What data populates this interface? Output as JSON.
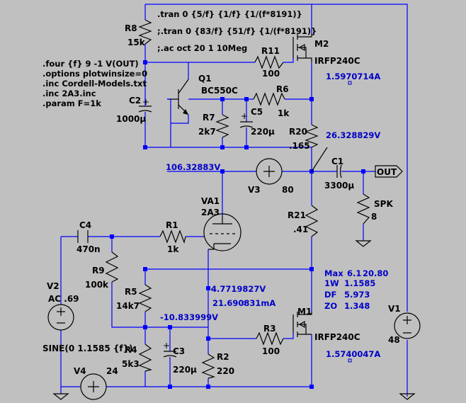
{
  "directives": {
    "tran1": ".tran 0 {5/f} {1/f} {1/(f*8191)}",
    "tran2": ";.tran 0 {83/f} {51/f} {1/(f*8191)}",
    "ac": ";.ac oct 20 1 10Meg",
    "four": ".four {f} 9 -1 V(OUT)",
    "options": ".options plotwinsize=0",
    "inc1": ".inc Cordell-Models.txt",
    "inc2": ".inc 2A3.inc",
    "param": ".param F=1k"
  },
  "components": {
    "R8": {
      "name": "R8",
      "value": "15k"
    },
    "R11": {
      "name": "R11",
      "value": "100"
    },
    "M2": {
      "name": "M2",
      "value": "IRFP240C"
    },
    "Q1": {
      "name": "Q1",
      "value": "BC550C"
    },
    "R6": {
      "name": "R6",
      "value": "1k"
    },
    "C2": {
      "name": "C2",
      "value": "1000µ"
    },
    "R7": {
      "name": "R7",
      "value": "2k7"
    },
    "C5": {
      "name": "C5",
      "value": "220µ"
    },
    "R20": {
      "name": "R20",
      "value": ".165"
    },
    "C1": {
      "name": "C1",
      "value": "3300µ"
    },
    "V3": {
      "name": "V3",
      "value": "80"
    },
    "SPK": {
      "name": "SPK",
      "value": "8"
    },
    "VA1": {
      "name": "VA1",
      "value": "2A3"
    },
    "R21": {
      "name": "R21",
      "value": ".41"
    },
    "C4": {
      "name": "C4",
      "value": "470n"
    },
    "R1": {
      "name": "R1",
      "value": "1k"
    },
    "R9": {
      "name": "R9",
      "value": "100k"
    },
    "R5": {
      "name": "R5",
      "value": "14k7"
    },
    "V2": {
      "name": "V2",
      "value": "AC .69",
      "extra": "SINE(0 1.1585 {f})"
    },
    "M1": {
      "name": "M1",
      "value": "IRFP240C"
    },
    "V1": {
      "name": "V1",
      "value": "48"
    },
    "R3": {
      "name": "R3",
      "value": "100"
    },
    "R4": {
      "name": "R4",
      "value": "5k3"
    },
    "C3": {
      "name": "C3",
      "value": "220µ"
    },
    "R2": {
      "name": "R2",
      "value": "220"
    },
    "V4": {
      "name": "V4",
      "value": "24"
    }
  },
  "plus_signs": {
    "c2": "+",
    "c5": "+",
    "c3": "+"
  },
  "out_label": "OUT",
  "measurements": {
    "m2_current": "1.5970714A",
    "out_node": "26.328829V",
    "grid_node": "106.32883V",
    "cathode_v": "4.7719827V",
    "cathode_i": "21.690831mA",
    "bias_node": "-10.833999V",
    "m1_current": "1.5740047A"
  },
  "stats": {
    "max_label": "Max",
    "max_a": "6.1",
    "max_b": "20.80",
    "w_label": "1W",
    "w_value": "1.1585",
    "df_label": "DF",
    "df_value": "5.973",
    "zo_label": "ZO",
    "zo_value": "1.348"
  },
  "colors": {
    "background": "#c0c0c0",
    "wire": "#0000ff",
    "measurement": "#0000c8",
    "component": "#000000"
  }
}
